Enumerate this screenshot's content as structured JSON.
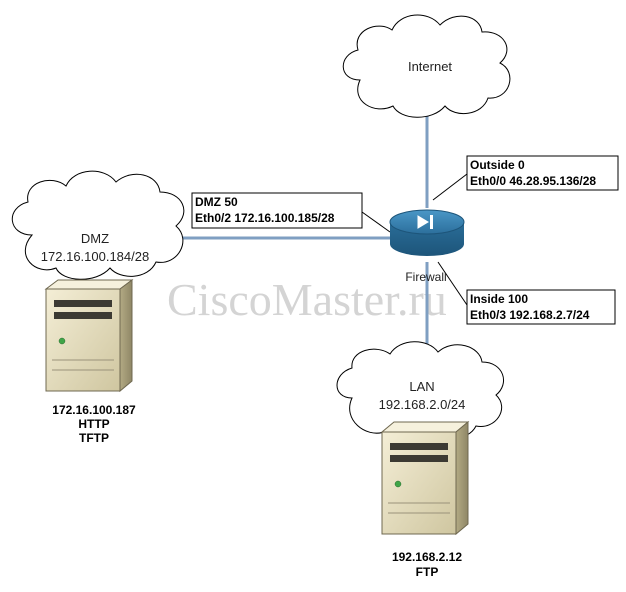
{
  "clouds": {
    "internet": {
      "label": "Internet"
    },
    "dmz": {
      "label": "DMZ",
      "subnet": "172.16.100.184/28"
    },
    "lan": {
      "label": "LAN",
      "subnet": "192.168.2.0/24"
    }
  },
  "firewall": {
    "label": "Firewall"
  },
  "interfaces": {
    "outside": {
      "name": "Outside 0",
      "address": "Eth0/0 46.28.95.136/28"
    },
    "dmz": {
      "name": "DMZ 50",
      "address": "Eth0/2 172.16.100.185/28"
    },
    "inside": {
      "name": "Inside 100",
      "address": "Eth0/3 192.168.2.7/24"
    }
  },
  "servers": {
    "dmz_server": {
      "ip": "172.16.100.187",
      "services": [
        "HTTP",
        "TFTP"
      ]
    },
    "lan_server": {
      "ip": "192.168.2.12",
      "services": [
        "FTP"
      ]
    }
  },
  "watermark": "CiscoMaster.ru",
  "colors": {
    "link": "#7f9fc2",
    "firewall": "#2f78a6",
    "server": "#e8e0bf"
  }
}
